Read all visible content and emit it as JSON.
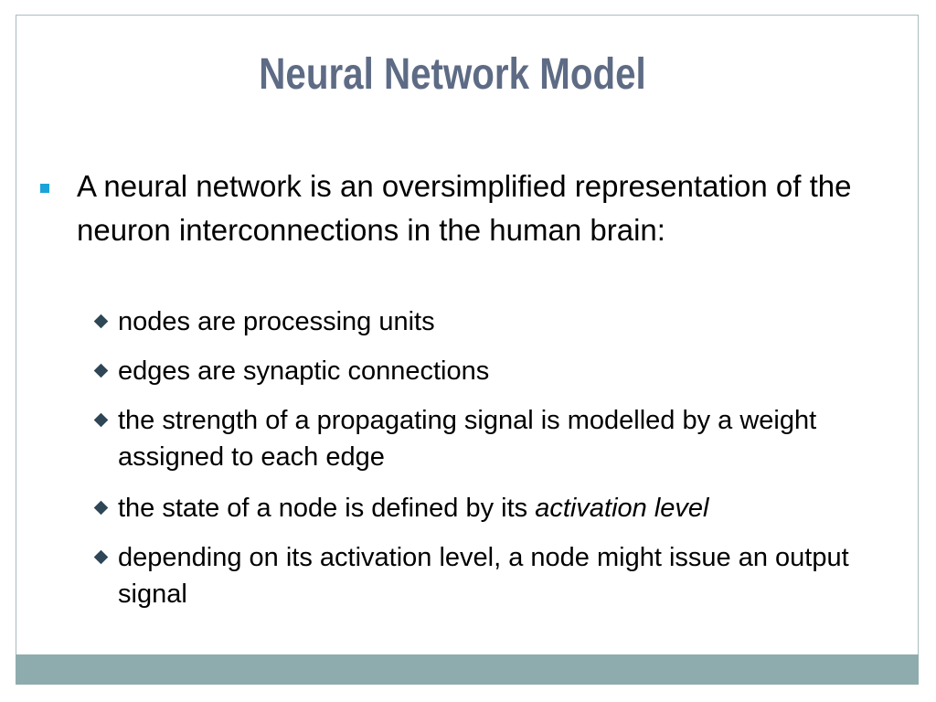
{
  "slide": {
    "title": "Neural Network Model",
    "main_bullet": "A neural network is an oversimplified representation of the neuron interconnections in the human brain:",
    "sub_bullets": [
      {
        "text": "nodes are processing units"
      },
      {
        "text": "edges are synaptic connections"
      },
      {
        "text": "the strength of a propagating signal is modelled by a weight assigned to each edge"
      },
      {
        "text": "the state of a node is defined by its ",
        "emphasis": "activation level"
      },
      {
        "text": "depending on its activation level, a node might issue an output signal"
      }
    ]
  },
  "colors": {
    "title": "#5e6b85",
    "bullet_square": "#1aa3d8",
    "diamond": "#2f4656",
    "footer_bar": "#8eacad",
    "frame_border": "#a9bcc0"
  }
}
